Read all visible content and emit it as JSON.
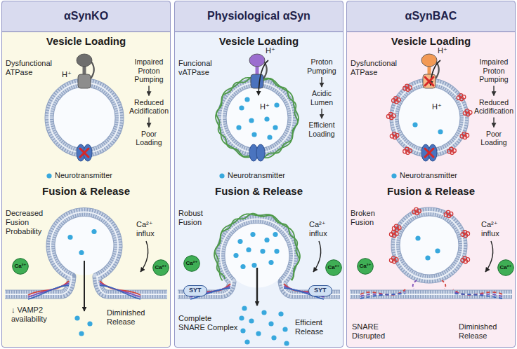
{
  "diagram": {
    "nodes": [
      {
        "text": [
          "αSynKO"
        ]
      },
      {
        "text": [
          "Impaired Proton Pumping"
        ],
        "in": 0
      },
      {
        "text": [
          "Reduced Acidification"
        ],
        "in": 0
      },
      {
        "text": [
          "Poor Loading"
        ],
        "in": 0
      },
      {
        "text": [
          "Ca²⁺"
        ],
        "in": 0
      },
      {
        "text": [
          "Ca²⁺"
        ],
        "in": 0
      },
      {
        "text": [
          "Physiological αSyn"
        ]
      },
      {
        "text": [
          "Proton Pumping"
        ],
        "in": 6
      },
      {
        "text": [
          "Acidic Lumen"
        ],
        "in": 6
      },
      {
        "text": [
          "Efficient Loading"
        ],
        "in": 6
      },
      {
        "text": [
          "Ca²⁺"
        ],
        "in": 6
      },
      {
        "text": [
          "Ca²⁺"
        ],
        "in": 6
      },
      {
        "text": [
          "SYT"
        ],
        "in": 6
      },
      {
        "text": [
          "SYT"
        ],
        "in": 6
      },
      {
        "text": [
          "αSynBAC"
        ]
      },
      {
        "text": [
          "Impaired Proton Pumping"
        ],
        "in": 14
      },
      {
        "text": [
          "Reduced Acidification"
        ],
        "in": 14
      },
      {
        "text": [
          "Poor Loading"
        ],
        "in": 14
      },
      {
        "text": [
          "Ca²⁺"
        ],
        "in": 14
      },
      {
        "text": [
          "Ca²⁺"
        ],
        "in": 14
      }
    ],
    "edges": [
      {
        "from": 1,
        "to": 2,
        "arrow": "to"
      },
      {
        "from": 2,
        "to": 3,
        "arrow": "to"
      },
      {
        "from": 7,
        "to": 8,
        "arrow": "to"
      },
      {
        "from": 8,
        "to": 9,
        "arrow": "to"
      },
      {
        "from": 15,
        "to": 16,
        "arrow": "to"
      },
      {
        "from": 16,
        "to": 17,
        "arrow": "to"
      }
    ],
    "labels": [
      "Vesicle Loading",
      "Dysfunctional ATPase",
      "H⁺",
      "Neurotransmitter",
      "Fusion & Release",
      "Decreased Fusion Probability",
      "Ca²⁺ influx",
      "↓ VAMP2 availability",
      "Diminished Release",
      "Vesicle Loading",
      "Funcional vATPase",
      "H⁺",
      "H⁺",
      "Neurotransmitter",
      "Fusion & Release",
      "Robust Fusion",
      "Ca²⁺ influx",
      "Complete SNARE Complex",
      "Efficient Release",
      "Vesicle Loading",
      "Dysfunctional ATPase",
      "H⁺",
      "H⁺",
      "Neurotransmitter",
      "Fusion & Release",
      "Broken Fusion",
      "Ca²⁺ influx",
      "SNARE Disrupted",
      "Diminished Release"
    ]
  }
}
